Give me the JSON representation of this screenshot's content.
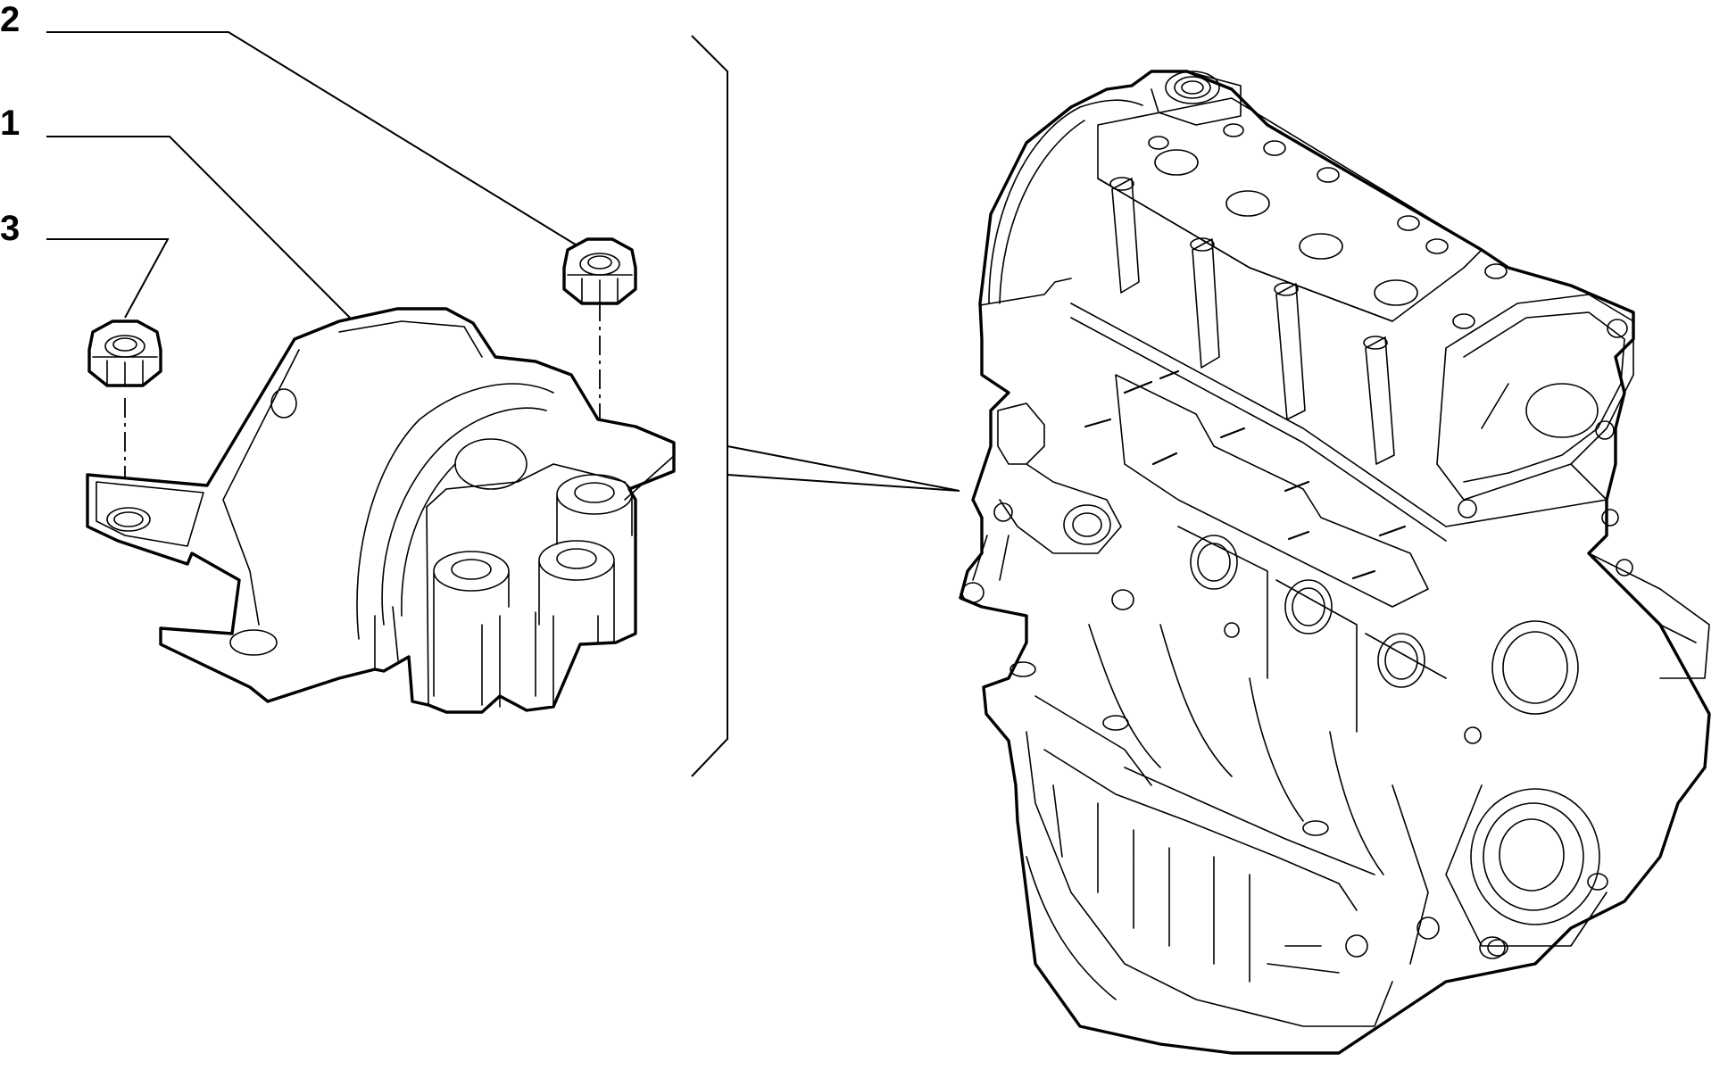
{
  "callouts": [
    {
      "id": "1",
      "label": "1"
    },
    {
      "id": "2",
      "label": "2"
    },
    {
      "id": "3",
      "label": "3"
    }
  ],
  "parts": {
    "engine_mount": "engine-mount-bracket",
    "nut_upper": "flange-nut",
    "nut_left": "flange-nut",
    "engine": "engine-assembly"
  },
  "colors": {
    "line": "#000000",
    "background": "#ffffff"
  }
}
